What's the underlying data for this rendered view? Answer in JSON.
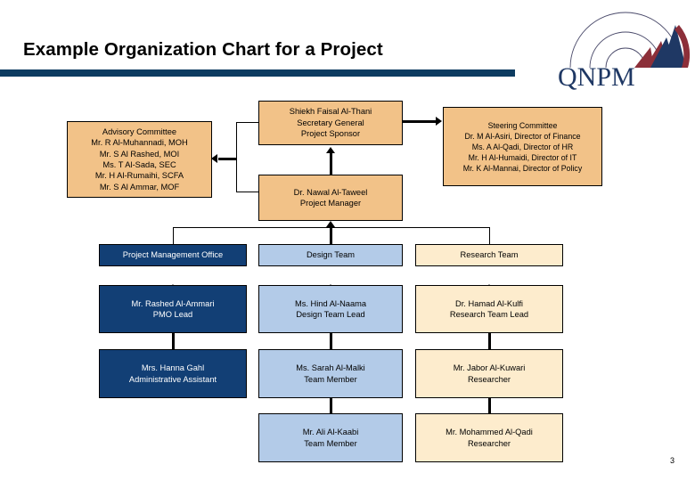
{
  "slide": {
    "title": "Example Organization Chart for a Project",
    "page_number": "3",
    "rule_color": "#0d3c61"
  },
  "logo": {
    "wordmark": "QNPM",
    "navy": "#1f3864",
    "maroon": "#8c2f39",
    "arc_color": "#4a4a6a"
  },
  "palette": {
    "tan": "#f2c288",
    "navy": "#123f75",
    "light_blue": "#b3cbe8",
    "cream": "#fdeccd",
    "border": "#000000"
  },
  "nodes": {
    "advisory_committee": {
      "lines": [
        "Advisory Committee",
        "Mr. R Al-Muhannadi, MOH",
        "Mr. S Al Rashed, MOI",
        "Ms. T Al-Sada, SEC",
        "Mr. H Al-Rumaihi, SCFA",
        "Mr. S Al Ammar, MOF"
      ]
    },
    "project_sponsor": {
      "lines": [
        "Shiekh Faisal Al-Thani",
        "Secretary General",
        "Project Sponsor"
      ]
    },
    "steering_committee": {
      "lines": [
        "Steering Committee",
        "Dr. M Al-Asiri, Director of Finance",
        "Ms. A Al-Qadi, Director of HR",
        "Mr. H Al-Humaidi, Director of IT",
        "Mr. K Al-Mannai, Director of Policy"
      ]
    },
    "project_manager": {
      "lines": [
        "Dr. Nawal Al-Taweel",
        "Project Manager"
      ]
    },
    "pmo_header": {
      "lines": [
        "Project Management Office"
      ]
    },
    "pmo_lead": {
      "lines": [
        "Mr. Rashed Al-Ammari",
        "PMO Lead"
      ]
    },
    "pmo_admin": {
      "lines": [
        "Mrs. Hanna Gahl",
        "Administrative Assistant"
      ]
    },
    "design_header": {
      "lines": [
        "Design Team"
      ]
    },
    "design_lead": {
      "lines": [
        "Ms. Hind Al-Naama",
        "Design Team Lead"
      ]
    },
    "design_member_1": {
      "lines": [
        "Ms. Sarah Al-Malki",
        "Team Member"
      ]
    },
    "design_member_2": {
      "lines": [
        "Mr. Ali Al-Kaabi",
        "Team Member"
      ]
    },
    "research_header": {
      "lines": [
        "Research Team"
      ]
    },
    "research_lead": {
      "lines": [
        "Dr. Hamad Al-Kulfi",
        "Research Team Lead"
      ]
    },
    "research_member_1": {
      "lines": [
        "Mr. Jabor Al-Kuwari",
        "Researcher"
      ]
    },
    "research_member_2": {
      "lines": [
        "Mr. Mohammed Al-Qadi",
        "Researcher"
      ]
    }
  }
}
